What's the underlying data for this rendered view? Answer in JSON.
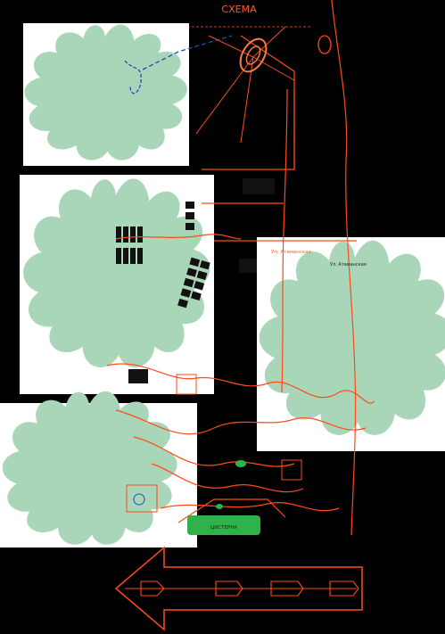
{
  "title": "СХЕМА",
  "labels": {
    "street_top": "Ул. Атаманская",
    "street_right": "Ул. Атаманская",
    "cistern": "ЦИСТЕРНА"
  },
  "colors": {
    "background": "#000000",
    "white_panel": "#ffffff",
    "green_zone": "#a9d6b8",
    "road_line": "#ff4a1a",
    "blue_route": "#1f4fb0",
    "building": "#111111",
    "cistern": "#2fb24a"
  }
}
